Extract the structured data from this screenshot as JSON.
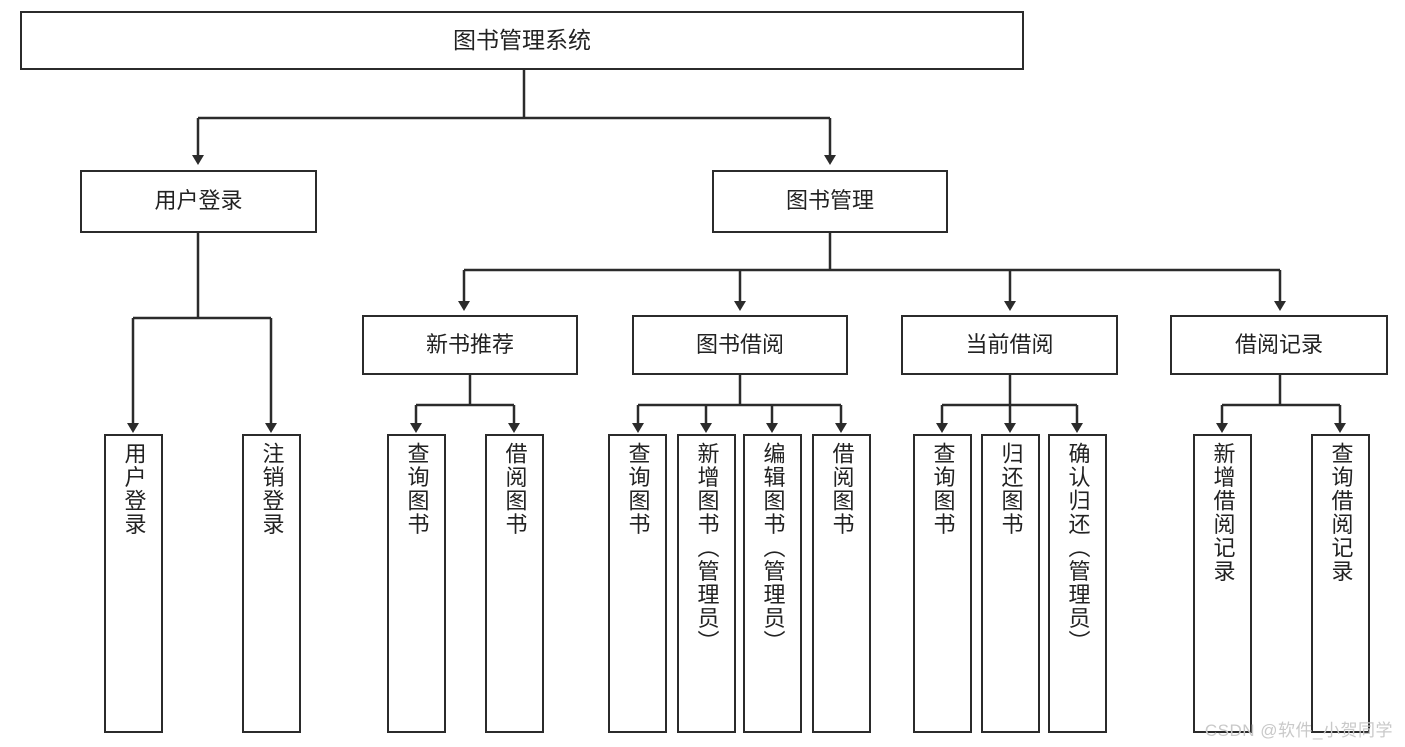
{
  "diagram": {
    "title": "图书管理系统",
    "type": "hierarchy-tree",
    "watermark": "CSDN @软件_小贺同学",
    "colors": {
      "stroke": "#2b2b2b",
      "fill": "#ffffff",
      "text": "#222222",
      "watermark": "#c9c9c9"
    },
    "root": {
      "label": "图书管理系统"
    },
    "level2": [
      {
        "label": "用户登录"
      },
      {
        "label": "图书管理"
      }
    ],
    "level3": [
      {
        "label": "新书推荐"
      },
      {
        "label": "图书借阅"
      },
      {
        "label": "当前借阅"
      },
      {
        "label": "借阅记录"
      }
    ],
    "leaves": {
      "user_login": [
        {
          "label": "用户登录"
        },
        {
          "label": "注销登录"
        }
      ],
      "new_book": [
        {
          "label": "查询图书"
        },
        {
          "label": "借阅图书"
        }
      ],
      "book_borrow": [
        {
          "label": "查询图书"
        },
        {
          "label": "新增图书（管理员）"
        },
        {
          "label": "编辑图书（管理员）"
        },
        {
          "label": "借阅图书"
        }
      ],
      "current_borrow": [
        {
          "label": "查询图书"
        },
        {
          "label": "归还图书"
        },
        {
          "label": "确认归还（管理员）"
        }
      ],
      "borrow_record": [
        {
          "label": "新增借阅记录"
        },
        {
          "label": "查询借阅记录"
        }
      ]
    }
  }
}
